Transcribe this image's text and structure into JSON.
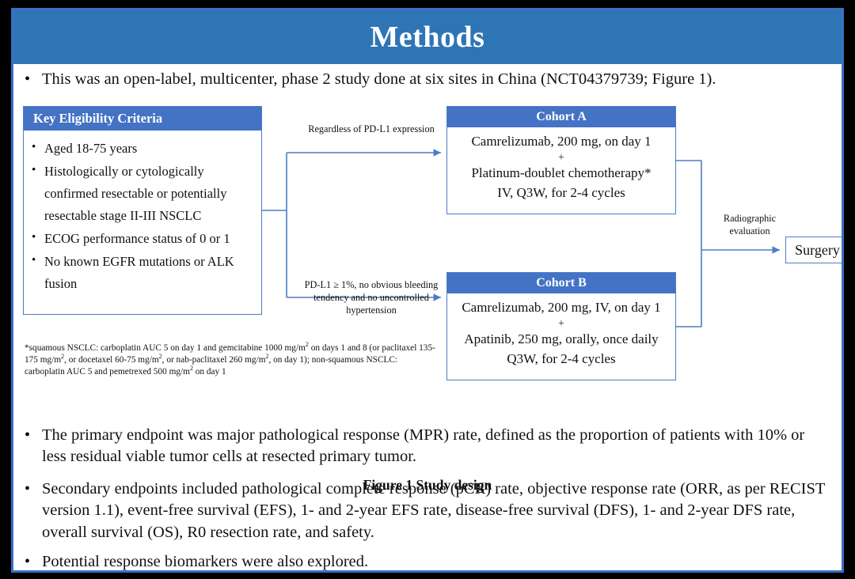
{
  "slide": {
    "title": "Methods",
    "accent_blue": "#2e75b6",
    "box_blue": "#4472c4",
    "connector_blue": "#4a7ec4",
    "frame_black": "#000000"
  },
  "intro": {
    "bullet": "•",
    "text": "This was an open-label, multicenter, phase 2 study done at six sites in China (NCT04379739; Figure 1)."
  },
  "figure": {
    "caption": "Figure 1 Study design",
    "eligibility": {
      "header": "Key  Eligibility Criteria",
      "bullet": "•",
      "items": [
        "Aged 18-75 years",
        "Histologically or cytologically confirmed resectable or potentially resectable stage II-III  NSCLC",
        "ECOG performance status of 0 or 1",
        "No known EGFR mutations or ALK fusion"
      ]
    },
    "footnote": "*squamous NSCLC: carboplatin AUC 5 on day 1 and gemcitabine 1000 mg/m2 on days 1 and 8 (or paclitaxel 135-175  mg/m2, or docetaxel 60-75 mg/m2, or nab-paclitaxel 260 mg/m2, on day 1); non-squamous NSCLC: carboplatin AUC 5 and pemetrexed 500 mg/m2 on day 1",
    "arm_label_top": "Regardless  of PD-L1 expression",
    "arm_label_bottom": "PD-L1 ≥ 1%, no obvious bleeding tendency and no uncontrolled  hypertension",
    "radiographic_label": "Radiographic evaluation",
    "surgery_label": "Surgery",
    "cohort_a": {
      "header": "Cohort A",
      "line1": "Camrelizumab, 200 mg, on day 1",
      "plus": "+",
      "line2": "Platinum-doublet chemotherapy*",
      "line3": "IV, Q3W, for 2-4 cycles"
    },
    "cohort_b": {
      "header": "Cohort B",
      "line1": "Camrelizumab, 200 mg, IV, on day 1",
      "plus": "+",
      "line2": "Apatinib, 250 mg, orally, once daily",
      "line3": "Q3W, for 2-4 cycles"
    }
  },
  "endpoints": {
    "bullet": "•",
    "primary": "The primary endpoint was major pathological response (MPR) rate, defined as the proportion of patients with 10% or less residual viable tumor cells at resected primary tumor.",
    "secondary": "Secondary endpoints included pathological complete response (pCR) rate, objective response rate (ORR, as per RECIST version 1.1), event-free survival (EFS), 1- and 2-year EFS rate, disease-free survival (DFS), 1- and 2-year DFS rate, overall survival (OS), R0 resection rate, and safety.",
    "biomarkers": "Potential response biomarkers were also explored."
  }
}
